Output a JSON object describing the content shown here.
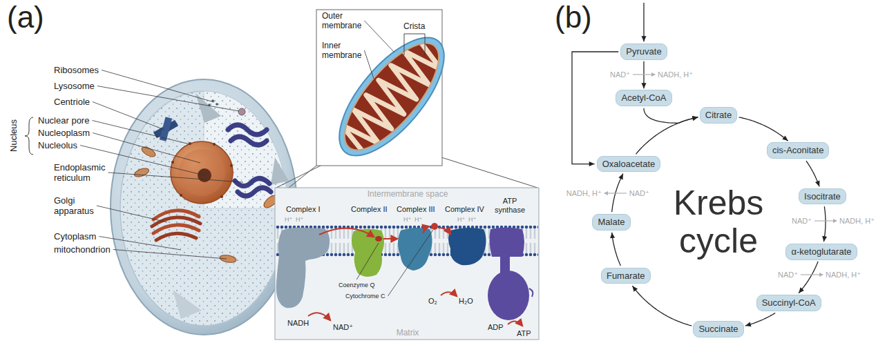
{
  "diagram": {
    "nodes": [
      {
        "text": [
          "Pyruvate"
        ]
      },
      {
        "text": [
          "Acetyl-CoA"
        ]
      },
      {
        "text": [
          "Citrate"
        ]
      },
      {
        "text": [
          "cis-Aconitate"
        ]
      },
      {
        "text": [
          "Isocitrate"
        ]
      },
      {
        "text": [
          "α-ketoglutarate"
        ]
      },
      {
        "text": [
          "Succinyl-CoA"
        ]
      },
      {
        "text": [
          "Succinate"
        ]
      },
      {
        "text": [
          "Fumarate"
        ]
      },
      {
        "text": [
          "Malate"
        ]
      },
      {
        "text": [
          "Oxaloacetate"
        ]
      }
    ],
    "edges": [
      {
        "from": 0,
        "to": 1,
        "arrow": "to"
      },
      {
        "from": 1,
        "to": 2,
        "arrow": "to"
      },
      {
        "from": 0,
        "to": 10,
        "arrow": "to"
      },
      {
        "from": 10,
        "to": 2,
        "arrow": "to"
      },
      {
        "from": 2,
        "to": 3,
        "arrow": "to"
      },
      {
        "from": 3,
        "to": 4,
        "arrow": "to"
      },
      {
        "from": 4,
        "to": 5,
        "arrow": "to"
      },
      {
        "from": 5,
        "to": 6,
        "arrow": "to"
      },
      {
        "from": 6,
        "to": 7,
        "arrow": "to"
      },
      {
        "from": 7,
        "to": 8,
        "arrow": "to"
      },
      {
        "from": 8,
        "to": 9,
        "arrow": "to"
      },
      {
        "from": 9,
        "to": 10,
        "arrow": "to"
      }
    ],
    "labels": [
      "(a)",
      "Ribosomes",
      "Lysosome",
      "Centriole",
      "Nucleus",
      "Nuclear pore",
      "Nucleoplasm",
      "Nucleolus",
      "Endoplasmic reticulum",
      "Golgi apparatus",
      "Cytoplasm",
      "mitochondrion",
      "Outer membrane",
      "Crista",
      "Inner membrane",
      "Intermembrane space",
      "Complex I",
      "Complex II",
      "Complex III",
      "Complex IV",
      "ATP synthase",
      "H⁺",
      "H⁺",
      "H⁺",
      "H⁺",
      "H⁺",
      "H⁺",
      "Coenzyme Q",
      "Cytochrome C",
      "NADH",
      "NAD⁺",
      "O₂",
      "H₂O",
      "Matrix",
      "ADP",
      "ATP",
      "(b)",
      "NAD⁺",
      "NADH, H⁺",
      "NADH, H⁺",
      "NAD⁺",
      "NAD⁺",
      "NADH, H⁺",
      "NAD⁺",
      "NADH, H⁺",
      "Krebs cycle"
    ]
  }
}
